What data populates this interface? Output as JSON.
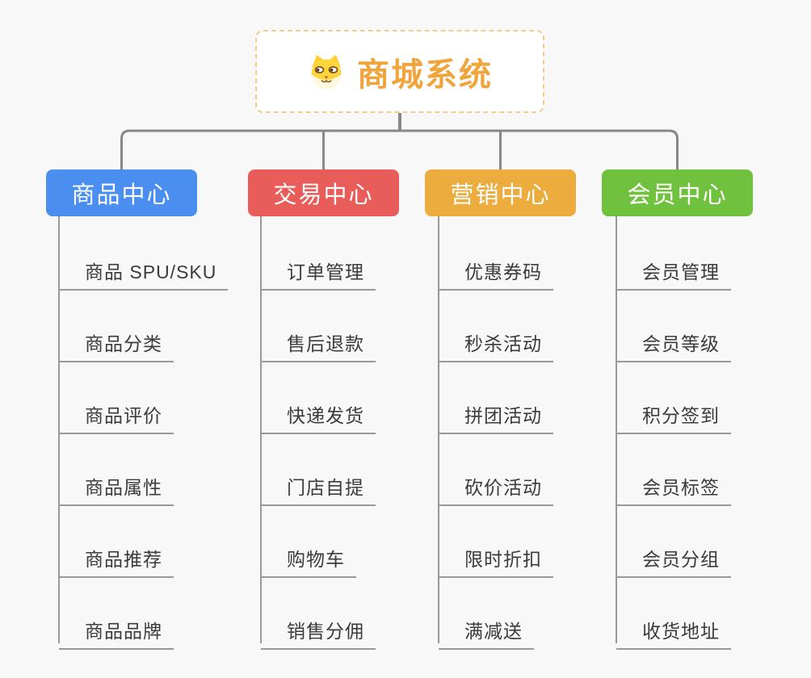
{
  "root": {
    "title": "商城系统",
    "icon": "dog-face-icon"
  },
  "branches": [
    {
      "id": "product-center",
      "label": "商品中心",
      "color": "#4a8ef0",
      "items": [
        "商品 SPU/SKU",
        "商品分类",
        "商品评价",
        "商品属性",
        "商品推荐",
        "商品品牌"
      ]
    },
    {
      "id": "trade-center",
      "label": "交易中心",
      "color": "#e85c5a",
      "items": [
        "订单管理",
        "售后退款",
        "快递发货",
        "门店自提",
        "购物车",
        "销售分佣"
      ]
    },
    {
      "id": "marketing-center",
      "label": "营销中心",
      "color": "#edad3e",
      "items": [
        "优惠券码",
        "秒杀活动",
        "拼团活动",
        "砍价活动",
        "限时折扣",
        "满减送"
      ]
    },
    {
      "id": "member-center",
      "label": "会员中心",
      "color": "#70c13d",
      "items": [
        "会员管理",
        "会员等级",
        "积分签到",
        "会员标签",
        "会员分组",
        "收货地址"
      ]
    }
  ],
  "colors": {
    "background": "#f8f8f8",
    "root_title": "#f0a53c",
    "root_border": "#f2cc8e",
    "connector": "#888888",
    "underline": "#999999",
    "item_text": "#3b3b3b"
  }
}
